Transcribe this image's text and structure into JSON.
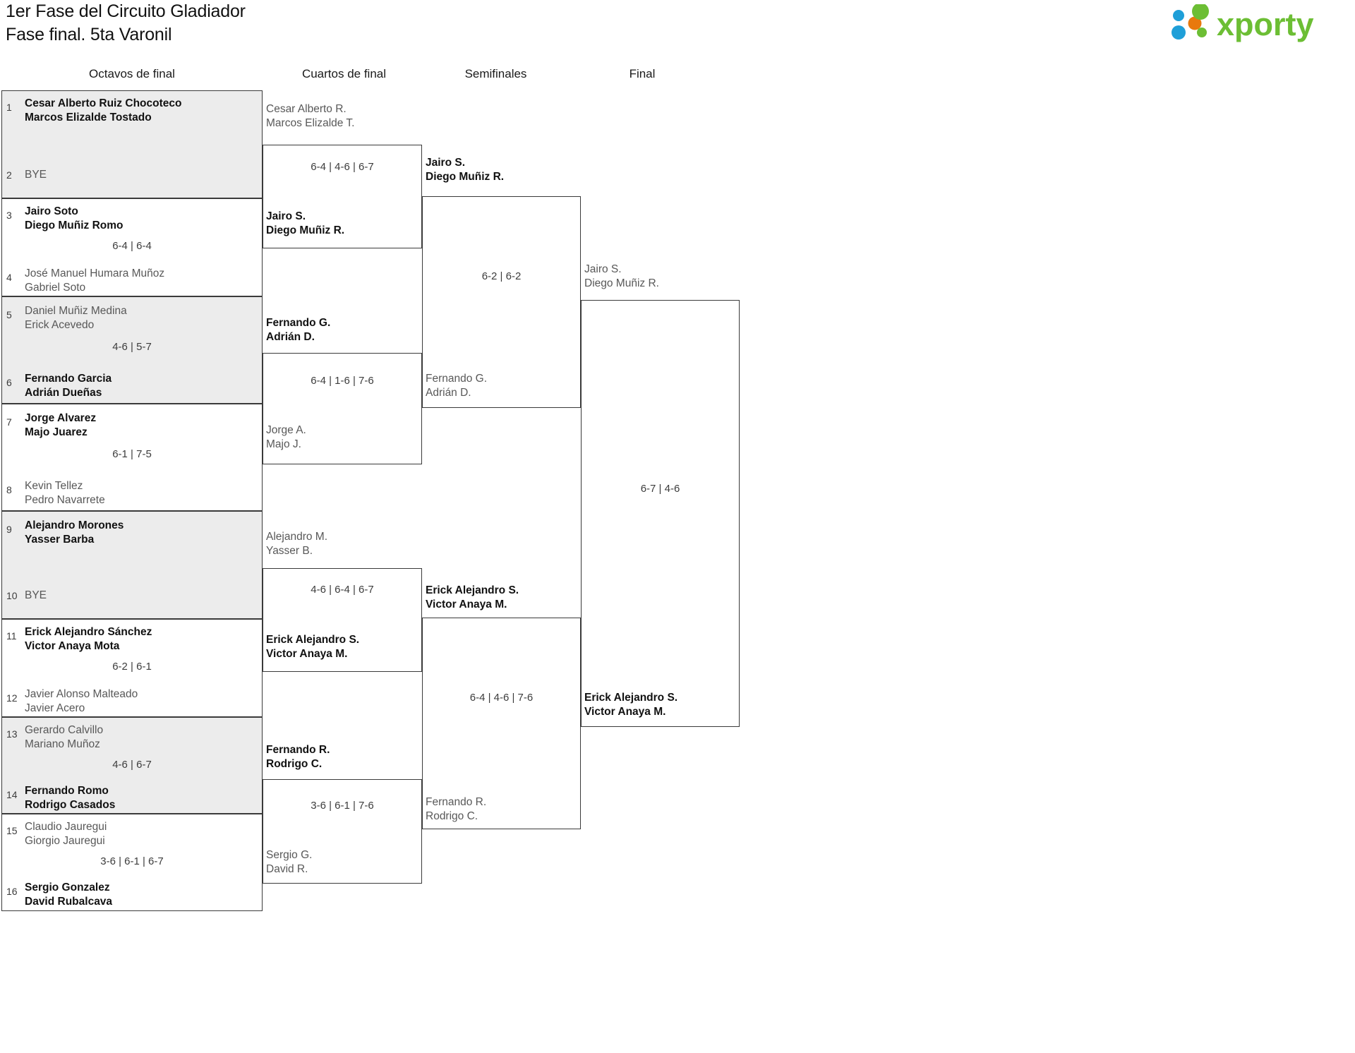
{
  "header": {
    "title_line1": "1er Fase del Circuito Gladiador",
    "title_line2": "Fase final. 5ta Varonil",
    "logo_text": "xporty",
    "logo_colors": {
      "blue": "#1f9fd8",
      "orange": "#e8790d",
      "green": "#6cbe34"
    }
  },
  "rounds": [
    {
      "key": "r16",
      "label": "Octavos de final"
    },
    {
      "key": "qf",
      "label": "Cuartos de final"
    },
    {
      "key": "sf",
      "label": "Semifinales"
    },
    {
      "key": "f",
      "label": "Final"
    }
  ],
  "round16": [
    {
      "shaded": true,
      "score": "",
      "top": {
        "seed": "1",
        "line1": "Cesar Alberto Ruiz Chocoteco",
        "line2": "Marcos Elizalde Tostado",
        "result": "winner",
        "bye": false
      },
      "bottom": {
        "seed": "2",
        "line1": "BYE",
        "line2": "",
        "result": "bye",
        "bye": true
      }
    },
    {
      "shaded": false,
      "score": "6-4 | 6-4",
      "top": {
        "seed": "3",
        "line1": "Jairo Soto",
        "line2": "Diego Muñiz Romo",
        "result": "winner",
        "bye": false
      },
      "bottom": {
        "seed": "4",
        "line1": "José Manuel Humara Muñoz",
        "line2": "Gabriel Soto",
        "result": "loser",
        "bye": false
      }
    },
    {
      "shaded": true,
      "score": "4-6 | 5-7",
      "top": {
        "seed": "5",
        "line1": "Daniel Muñiz Medina",
        "line2": "Erick Acevedo",
        "result": "loser",
        "bye": false
      },
      "bottom": {
        "seed": "6",
        "line1": "Fernando Garcia",
        "line2": "Adrián Dueñas",
        "result": "winner",
        "bye": false
      }
    },
    {
      "shaded": false,
      "score": "6-1 | 7-5",
      "top": {
        "seed": "7",
        "line1": "Jorge Alvarez",
        "line2": "Majo Juarez",
        "result": "winner",
        "bye": false
      },
      "bottom": {
        "seed": "8",
        "line1": "Kevin Tellez",
        "line2": "Pedro Navarrete",
        "result": "loser",
        "bye": false
      }
    },
    {
      "shaded": true,
      "score": "",
      "top": {
        "seed": "9",
        "line1": "Alejandro Morones",
        "line2": "Yasser Barba",
        "result": "winner",
        "bye": false
      },
      "bottom": {
        "seed": "10",
        "line1": "BYE",
        "line2": "",
        "result": "bye",
        "bye": true
      }
    },
    {
      "shaded": false,
      "score": "6-2 | 6-1",
      "top": {
        "seed": "11",
        "line1": "Erick Alejandro Sánchez",
        "line2": "Victor Anaya Mota",
        "result": "winner",
        "bye": false
      },
      "bottom": {
        "seed": "12",
        "line1": "Javier Alonso Malteado",
        "line2": "Javier Acero",
        "result": "loser",
        "bye": false
      }
    },
    {
      "shaded": true,
      "score": "4-6 | 6-7",
      "top": {
        "seed": "13",
        "line1": "Gerardo Calvillo",
        "line2": "Mariano Muñoz",
        "result": "loser",
        "bye": false
      },
      "bottom": {
        "seed": "14",
        "line1": "Fernando Romo",
        "line2": "Rodrigo Casados",
        "result": "winner",
        "bye": false
      }
    },
    {
      "shaded": false,
      "score": "3-6 | 6-1 | 6-7",
      "top": {
        "seed": "15",
        "line1": "Claudio Jauregui",
        "line2": "Giorgio Jauregui",
        "result": "loser",
        "bye": false
      },
      "bottom": {
        "seed": "16",
        "line1": "Sergio Gonzalez",
        "line2": "David Rubalcava",
        "result": "winner",
        "bye": false
      }
    }
  ],
  "quarters": [
    {
      "score": "6-4 | 4-6 | 6-7",
      "top": {
        "line1": "Cesar Alberto R.",
        "line2": "Marcos Elizalde T.",
        "result": "loser"
      },
      "bottom": {
        "line1": "Jairo S.",
        "line2": "Diego Muñiz R.",
        "result": "winner"
      }
    },
    {
      "score": "6-4 | 1-6 | 7-6",
      "top": {
        "line1": "Fernando G.",
        "line2": "Adrián D.",
        "result": "winner"
      },
      "bottom": {
        "line1": "Jorge A.",
        "line2": "Majo J.",
        "result": "loser"
      }
    },
    {
      "score": "4-6 | 6-4 | 6-7",
      "top": {
        "line1": "Alejandro M.",
        "line2": "Yasser B.",
        "result": "loser"
      },
      "bottom": {
        "line1": "Erick Alejandro S.",
        "line2": "Victor Anaya M.",
        "result": "winner"
      }
    },
    {
      "score": "3-6 | 6-1 | 7-6",
      "top": {
        "line1": "Fernando R.",
        "line2": "Rodrigo C.",
        "result": "winner"
      },
      "bottom": {
        "line1": "Sergio G.",
        "line2": "David R.",
        "result": "loser"
      }
    }
  ],
  "semis": [
    {
      "score": "6-2 | 6-2",
      "top": {
        "line1": "Jairo S.",
        "line2": "Diego Muñiz R.",
        "result": "winner"
      },
      "bottom": {
        "line1": "Fernando G.",
        "line2": "Adrián D.",
        "result": "loser"
      }
    },
    {
      "score": "6-4 | 4-6 | 7-6",
      "top": {
        "line1": "Erick Alejandro S.",
        "line2": "Victor Anaya M.",
        "result": "winner"
      },
      "bottom": {
        "line1": "Fernando R.",
        "line2": "Rodrigo C.",
        "result": "loser"
      }
    }
  ],
  "final": {
    "score": "6-7 | 4-6",
    "top": {
      "line1": "Jairo S.",
      "line2": "Diego Muñiz R.",
      "result": "loser"
    },
    "bottom": {
      "line1": "Erick Alejandro S.",
      "line2": "Victor Anaya M.",
      "result": "winner"
    }
  }
}
